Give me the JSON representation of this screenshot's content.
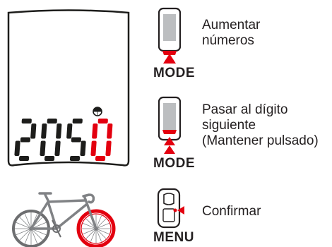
{
  "display": {
    "digits_black": [
      "2",
      "0",
      "5"
    ],
    "digit_active": "0",
    "colors": {
      "segment": "#1d1d1b",
      "active_segment": "#e3000f",
      "bezel": "#1d1d1b"
    }
  },
  "steps": [
    {
      "button_label": "MODE",
      "button_type": "mode",
      "description_lines": [
        "Aumentar",
        "números"
      ]
    },
    {
      "button_label": "MODE",
      "button_type": "mode-hold",
      "description_lines": [
        "Pasar al dígito",
        "siguiente",
        "(Mantener pulsado)"
      ]
    },
    {
      "button_label": "MENU",
      "button_type": "menu",
      "description_lines": [
        "Confirmar"
      ]
    }
  ],
  "icons": {
    "wheel": "wheel-icon",
    "bicycle": "bicycle-icon",
    "arrow": "red-triangle-arrow"
  }
}
